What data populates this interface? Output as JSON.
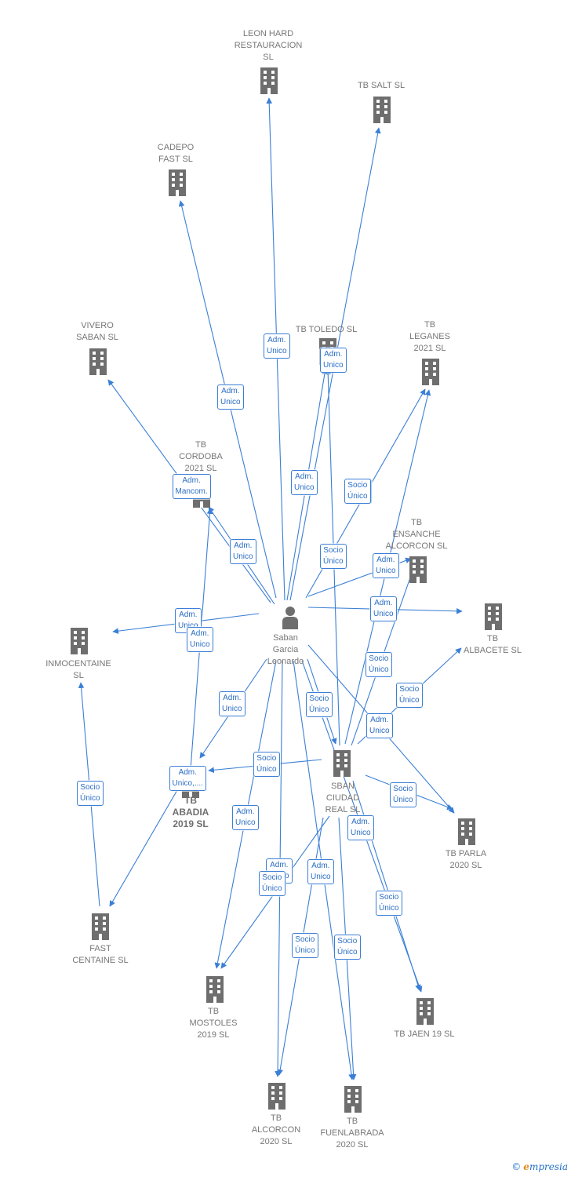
{
  "colors": {
    "edge": "#3b7fd6",
    "building": "#6e6e6e",
    "label": "#777777"
  },
  "person": {
    "icon": "person-icon",
    "label": "Saban\nGarcia\nLeonardo"
  },
  "companies": [
    {
      "id": "leon",
      "icon": "building-icon",
      "label": "LEON HARD\nRESTAURACION\nSL"
    },
    {
      "id": "salt",
      "icon": "building-icon",
      "label": "TB SALT  SL"
    },
    {
      "id": "cadepo",
      "icon": "building-icon",
      "label": "CADEPO\nFAST SL"
    },
    {
      "id": "vivero",
      "icon": "building-icon",
      "label": "VIVERO\nSABAN  SL"
    },
    {
      "id": "toledo",
      "icon": "building-icon",
      "label": "TB TOLEDO  SL"
    },
    {
      "id": "leganes",
      "icon": "building-icon",
      "label": "TB\nLEGANES\n2021  SL"
    },
    {
      "id": "cordoba",
      "icon": "building-icon",
      "label": "TB\nCORDOBA\n2021  SL"
    },
    {
      "id": "ensanche",
      "icon": "building-icon",
      "label": "TB\nENSANCHE\nALCORCON  SL"
    },
    {
      "id": "albacete",
      "icon": "building-icon",
      "label": "TB\nALBACETE  SL"
    },
    {
      "id": "inmo",
      "icon": "building-icon",
      "label": "INMOCENTAINE\nSL"
    },
    {
      "id": "sban",
      "icon": "building-icon",
      "label": "SBAN\nCIUDAD\nREAL  SL"
    },
    {
      "id": "abadia",
      "icon": "building-icon",
      "label": "TB\nABADIA\n2019  SL",
      "bold": true
    },
    {
      "id": "parla",
      "icon": "building-icon",
      "label": "TB PARLA\n2020  SL"
    },
    {
      "id": "fast",
      "icon": "building-icon",
      "label": "FAST\nCENTAINE SL"
    },
    {
      "id": "mostoles",
      "icon": "building-icon",
      "label": "TB\nMOSTOLES\n2019  SL"
    },
    {
      "id": "jaen",
      "icon": "building-icon",
      "label": "TB JAEN 19  SL"
    },
    {
      "id": "alcorcon",
      "icon": "building-icon",
      "label": "TB\nALCORCON\n2020  SL"
    },
    {
      "id": "fuenlabrada",
      "icon": "building-icon",
      "label": "TB\nFUENLABRADA\n2020  SL"
    }
  ],
  "relations": [
    {
      "from": "person",
      "to": "leon",
      "label": "Adm.\nUnico"
    },
    {
      "from": "person",
      "to": "salt",
      "label": "Adm.\nUnico"
    },
    {
      "from": "person",
      "to": "cadepo",
      "label": "Adm.\nUnico"
    },
    {
      "from": "person",
      "to": "vivero",
      "label": "Adm.\nMancom."
    },
    {
      "from": "person",
      "to": "toledo",
      "label": "Adm.\nUnico"
    },
    {
      "from": "person",
      "to": "leganes",
      "label": "Adm.\nUnico"
    },
    {
      "from": "person",
      "to": "cordoba",
      "label": "Adm.\nUnico"
    },
    {
      "from": "person",
      "to": "ensanche",
      "label": "Adm.\nUnico"
    },
    {
      "from": "person",
      "to": "albacete",
      "label": "Adm.\nUnico"
    },
    {
      "from": "person",
      "to": "inmo",
      "label": "Adm.\nUnico"
    },
    {
      "from": "person",
      "to": "sban",
      "label": "Socio\nÚnico"
    },
    {
      "from": "person",
      "to": "abadia",
      "label": "Adm.\nUnico"
    },
    {
      "from": "person",
      "to": "parla",
      "label": "Adm.\nUnico"
    },
    {
      "from": "person",
      "to": "mostoles",
      "label": "Adm.\nUnico"
    },
    {
      "from": "person",
      "to": "jaen",
      "label": "Adm.\nUnico"
    },
    {
      "from": "person",
      "to": "alcorcon",
      "label": "Adm.\nUnico"
    },
    {
      "from": "person",
      "to": "fuenlabrada",
      "label": "Adm.\nUnico"
    },
    {
      "from": "sban",
      "to": "toledo",
      "label": "Socio\nÚnico"
    },
    {
      "from": "sban",
      "to": "leganes",
      "label": "Socio\nÚnico"
    },
    {
      "from": "sban",
      "to": "ensanche",
      "label": "Socio\nÚnico"
    },
    {
      "from": "sban",
      "to": "albacete",
      "label": "Socio\nÚnico"
    },
    {
      "from": "sban",
      "to": "abadia",
      "label": "Socio\nÚnico"
    },
    {
      "from": "sban",
      "to": "parla",
      "label": "Socio\nÚnico"
    },
    {
      "from": "sban",
      "to": "jaen",
      "label": "Socio\nÚnico"
    },
    {
      "from": "sban",
      "to": "mostoles",
      "label": "Socio\nÚnico"
    },
    {
      "from": "sban",
      "to": "alcorcon",
      "label": "Socio\nÚnico"
    },
    {
      "from": "sban",
      "to": "fuenlabrada",
      "label": "Socio\nÚnico"
    },
    {
      "from": "abadia",
      "to": "cordoba",
      "label": "Adm.\nUnico"
    },
    {
      "from": "abadia",
      "to": "fast",
      "label": "Adm.\nUnico,...."
    },
    {
      "from": "fast",
      "to": "inmo",
      "label": "Socio\nÚnico"
    }
  ],
  "brand": {
    "copyright": "©",
    "name_first": "e",
    "name_rest": "mpresia"
  }
}
